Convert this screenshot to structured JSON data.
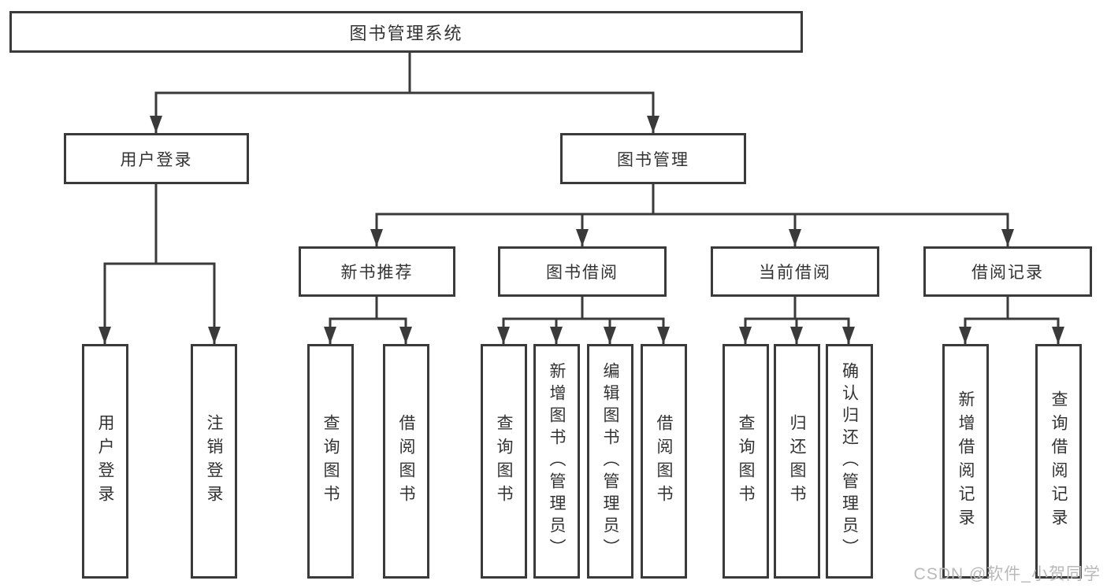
{
  "diagram": {
    "title": "图书管理系统",
    "root": {
      "label": "图书管理系统"
    },
    "level2": [
      {
        "label": "用户登录"
      },
      {
        "label": "图书管理"
      }
    ],
    "level3": [
      {
        "label": "新书推荐"
      },
      {
        "label": "图书借阅"
      },
      {
        "label": "当前借阅"
      },
      {
        "label": "借阅记录"
      }
    ],
    "leaves": [
      {
        "label": "用户登录",
        "parent": "用户登录"
      },
      {
        "label": "注销登录",
        "parent": "用户登录"
      },
      {
        "label": "查询图书",
        "parent": "新书推荐"
      },
      {
        "label": "借阅图书",
        "parent": "新书推荐"
      },
      {
        "label": "查询图书",
        "parent": "图书借阅"
      },
      {
        "label": "新增图书（管理员）",
        "parent": "图书借阅"
      },
      {
        "label": "编辑图书（管理员）",
        "parent": "图书借阅"
      },
      {
        "label": "借阅图书",
        "parent": "图书借阅"
      },
      {
        "label": "查询图书",
        "parent": "当前借阅"
      },
      {
        "label": "归还图书",
        "parent": "当前借阅"
      },
      {
        "label": "确认归还（管理员）",
        "parent": "当前借阅"
      },
      {
        "label": "新增借阅记录",
        "parent": "借阅记录"
      },
      {
        "label": "查询借阅记录",
        "parent": "借阅记录"
      }
    ],
    "watermark": "CSDN @软件_小贺同学",
    "colors": {
      "line": "#3a3a3a",
      "text": "#333333",
      "watermark": "#b9b9b9",
      "background": "#ffffff"
    }
  }
}
